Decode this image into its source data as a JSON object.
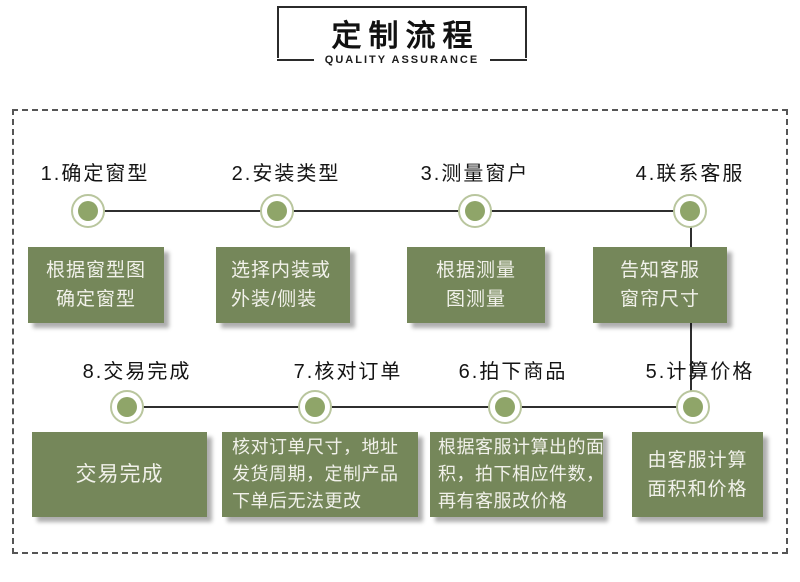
{
  "header": {
    "title": "定制流程",
    "subtitle": "QUALITY ASSURANCE"
  },
  "flow": {
    "row1": {
      "steps": [
        {
          "label": "1.确定窗型",
          "box_lines": [
            "根据窗型图",
            "确定窗型"
          ]
        },
        {
          "label": "2.安装类型",
          "box_lines": [
            "选择内装或",
            "外装/侧装"
          ]
        },
        {
          "label": "3.测量窗户",
          "box_lines": [
            "根据测量",
            "图测量"
          ]
        },
        {
          "label": "4.联系客服",
          "box_lines": [
            "告知客服",
            "窗帘尺寸"
          ]
        }
      ]
    },
    "row2": {
      "steps": [
        {
          "label": "8.交易完成",
          "box_lines": [
            "交易完成"
          ]
        },
        {
          "label": "7.核对订单",
          "box_lines": [
            "核对订单尺寸，地址",
            "发货周期，定制产品",
            "下单后无法更改"
          ]
        },
        {
          "label": "6.拍下商品",
          "box_lines": [
            "根据客服计算出的面",
            "积，拍下相应件数，",
            "再有客服改价格"
          ]
        },
        {
          "label": "5.计算价格",
          "box_lines": [
            "由客服计算",
            "面积和价格"
          ]
        }
      ]
    }
  },
  "colors": {
    "box-green": "#75875a",
    "circle-green": "#8fa569",
    "ring-green": "#b9c69e",
    "line-color": "#2f2f2f"
  }
}
